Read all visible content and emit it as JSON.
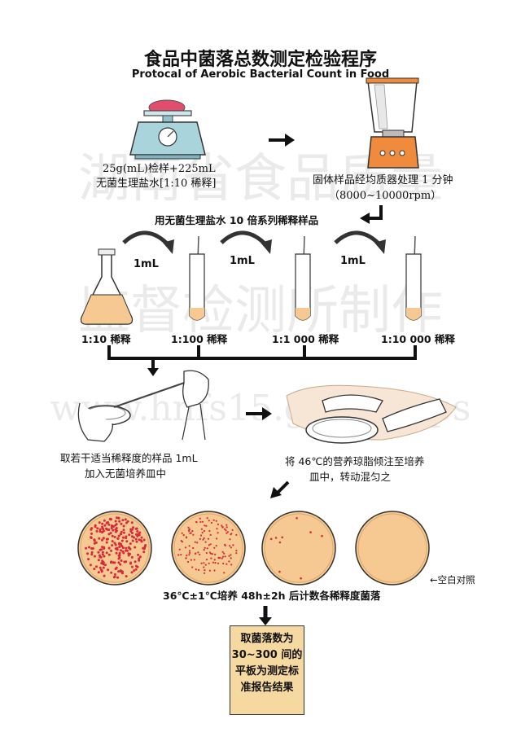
{
  "title": "食品中菌落总数测定检验程序",
  "subtitle": "Protocal of Aerobic Bacterial Count in Food",
  "watermark": {
    "line1": "湖南省食品质量",
    "line2": "监督检测所制作",
    "line3": "www.hnfs15.gov.cn/sps"
  },
  "step1": {
    "line1": "25g(mL)检样+225mL",
    "line2": "无菌生理盐水[1:10 稀释]"
  },
  "step2": {
    "line1": "固体样品经均质器处理 1 分钟",
    "line2": "（8000~10000rpm）"
  },
  "step3": "用无菌生理盐水 10 倍系列稀释样品",
  "transfer_label": "1mL",
  "dilutions": [
    "1:10 稀释",
    "1:100 稀释",
    "1:1 000 稀释",
    "1:10 000 稀释"
  ],
  "step4": {
    "line1": "取若干适当稀释度的样品 1mL",
    "line2": "加入无菌培养皿中"
  },
  "step5": {
    "line1": "将 46℃的营养琼脂倾注至培养",
    "line2": "皿中，转动混匀之"
  },
  "blank_label": "←空白对照",
  "step6": "36℃±1℃培养 48h±2h 后计数各稀释度菌落",
  "result": [
    "取菌落数为",
    "30~300 间的",
    "平板为测定标",
    "准报告结果"
  ],
  "colors": {
    "agar": "#f6c993",
    "colony": "#d62a3a",
    "orange": "#f08a3c",
    "scale": "#a9d4dc",
    "meat": "#e24d6e",
    "note": "#f5d9a0"
  }
}
